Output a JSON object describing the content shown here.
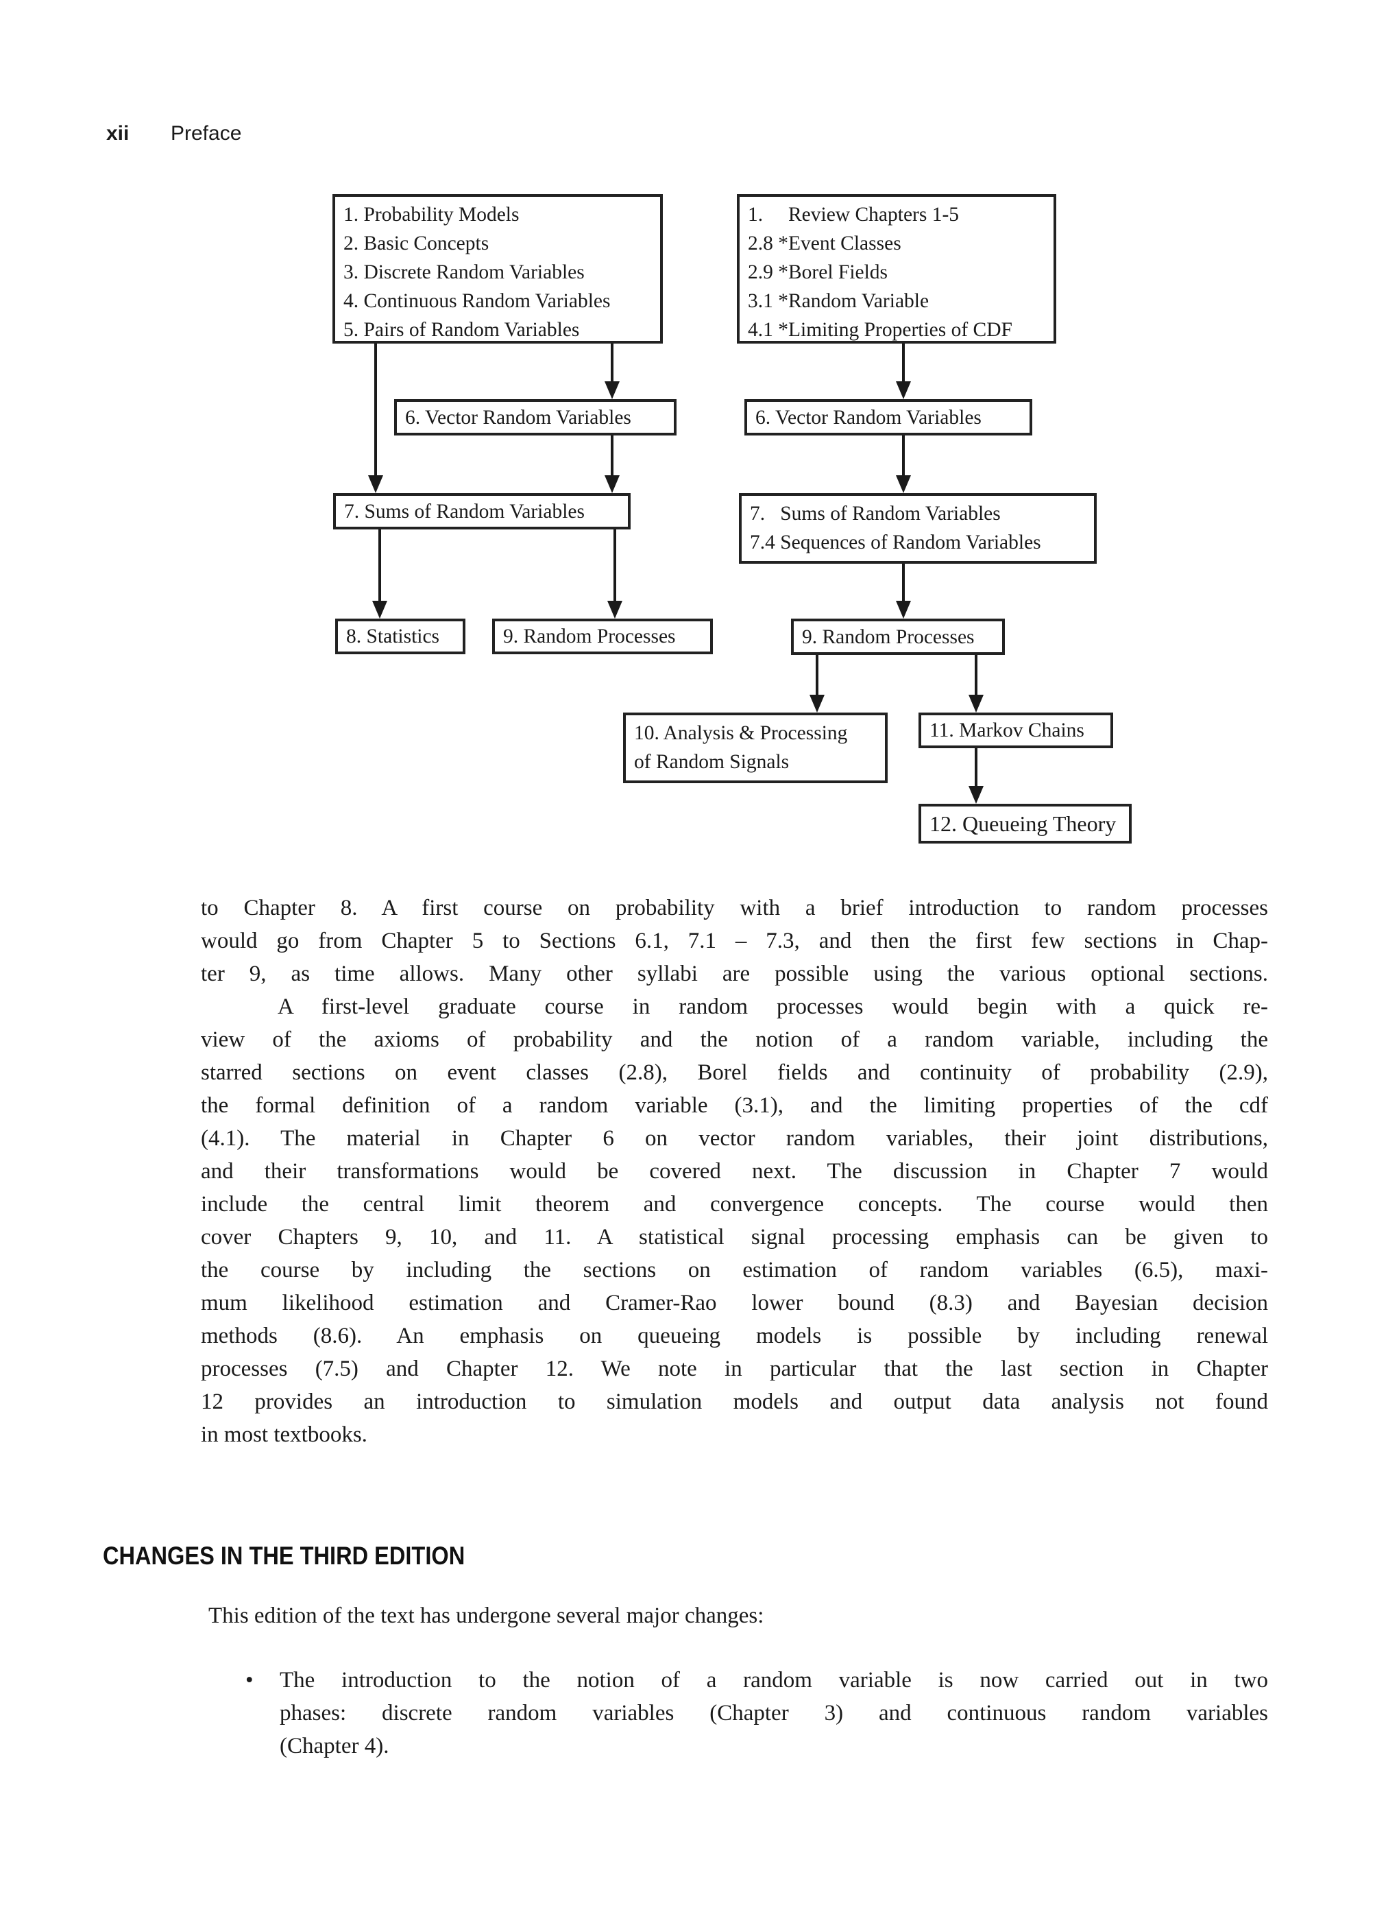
{
  "page_header": {
    "page_number": "xii",
    "title": "Preface"
  },
  "diagram": {
    "box_chapters_1_5": {
      "lines": [
        "1. Probability Models",
        "2. Basic Concepts",
        "3. Discrete Random Variables",
        "4. Continuous Random Variables",
        "5. Pairs of Random Variables"
      ]
    },
    "box_review": {
      "lines": [
        "1.     Review Chapters 1-5",
        "2.8 *Event Classes",
        "2.9 *Borel Fields",
        "3.1 *Random Variable",
        "4.1 *Limiting Properties of CDF"
      ]
    },
    "box_vector_left": {
      "label": "6. Vector Random Variables"
    },
    "box_vector_right": {
      "label": "6. Vector Random Variables"
    },
    "box_sums_left": {
      "label": "7. Sums of Random Variables"
    },
    "box_sums_right": {
      "lines": [
        "7.   Sums of Random Variables",
        "7.4 Sequences of Random Variables"
      ]
    },
    "box_statistics": {
      "label": "8. Statistics"
    },
    "box_processes_left": {
      "label": "9. Random Processes"
    },
    "box_processes_right": {
      "label": "9. Random Processes"
    },
    "box_analysis": {
      "lines": [
        "10. Analysis & Processing",
        "of Random Signals"
      ]
    },
    "box_markov": {
      "label": "11. Markov Chains"
    },
    "box_queueing": {
      "label": "12. Queueing Theory"
    }
  },
  "body": {
    "para1": {
      "lines": [
        "to Chapter 8. A first course on probability with a brief introduction to random processes",
        "would go from Chapter 5 to Sections 6.1, 7.1 – 7.3, and then the first few sections in Chap-",
        "ter 9, as time allows. Many other syllabi are possible using the various optional sections."
      ]
    },
    "para2": {
      "lines": [
        "A first-level graduate course in random processes would begin with a quick re-",
        "view of the axioms of probability and the notion of a random variable, including the",
        "starred sections on event classes (2.8), Borel fields and continuity of probability (2.9),",
        "the formal definition of a random variable (3.1), and the limiting properties of the cdf",
        "(4.1). The material in Chapter 6 on vector random variables, their joint distributions,",
        "and their transformations would be covered next. The discussion in Chapter 7 would",
        "include the central limit theorem and convergence concepts. The course would then",
        "cover Chapters 9, 10, and 11. A statistical signal processing emphasis can be given to",
        "the course by including the sections on estimation of random variables (6.5), maxi-",
        "mum likelihood estimation and Cramer-Rao lower bound (8.3) and Bayesian decision",
        "methods (8.6). An emphasis on queueing models is possible by including renewal",
        "processes (7.5) and Chapter 12. We note in particular that the last section in Chapter",
        "12 provides an introduction to simulation models and output data analysis not found",
        "in most textbooks."
      ]
    }
  },
  "section": {
    "heading": "CHANGES IN THE THIRD EDITION",
    "intro": "This edition of the text has undergone several major changes:",
    "bullet_marker": "•",
    "bullet": {
      "lines": [
        "The introduction to the notion of a random variable is now carried out in two",
        "phases: discrete random variables (Chapter 3) and continuous random variables",
        "(Chapter 4)."
      ]
    }
  },
  "colors": {
    "ink": "#1a1a1a",
    "paper": "#ffffff"
  }
}
